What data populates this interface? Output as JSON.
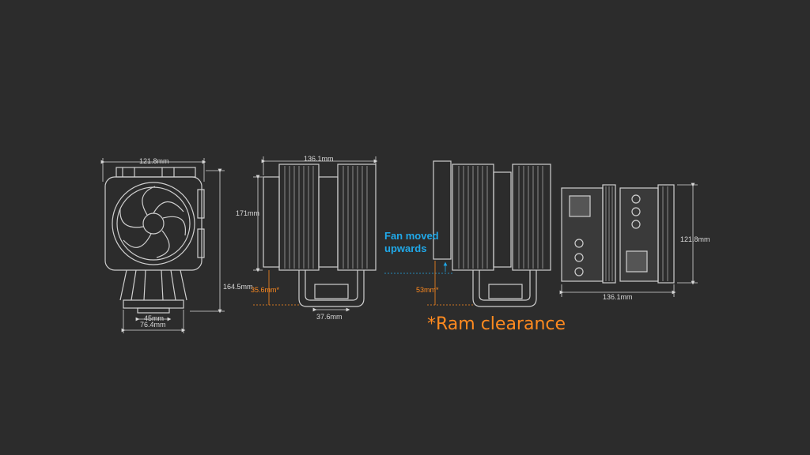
{
  "colors": {
    "background": "#2c2c2c",
    "line": "#cfcfcf",
    "accent_orange": "#ff8a1f",
    "accent_blue": "#20a8e8"
  },
  "front_view": {
    "width": "121.8mm",
    "height": "164.5mm",
    "base_inner": "45mm",
    "base_outer": "76.4mm"
  },
  "side_view": {
    "width": "136.1mm",
    "height": "171mm",
    "ram_clearance": "35.6mm*",
    "base_width": "37.6mm"
  },
  "side_view_fan_up": {
    "note": "Fan moved upwards",
    "ram_clearance": "53mm*"
  },
  "top_view": {
    "depth": "121.8mm",
    "width": "136.1mm"
  },
  "footnote": "*Ram clearance"
}
